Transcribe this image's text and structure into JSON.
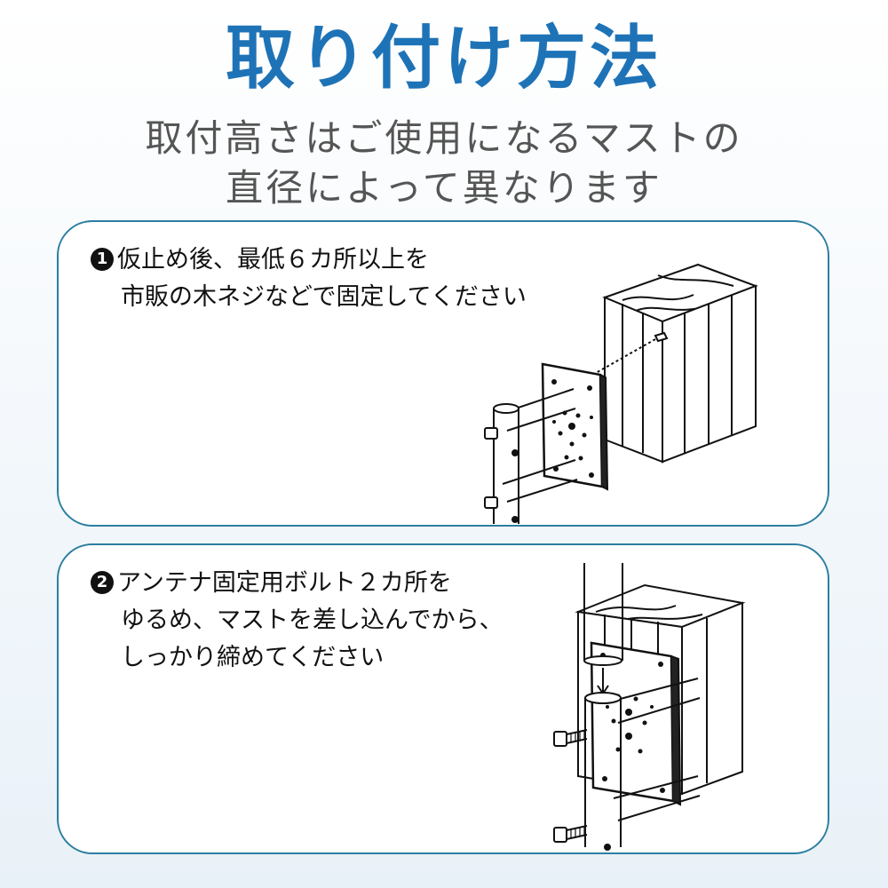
{
  "title": "取り付け方法",
  "subtitle": {
    "line1": "取付高さはご使用になるマストの",
    "line2": "直径によって異なります"
  },
  "steps": [
    {
      "number": "1",
      "lines": [
        "仮止め後、最低６カ所以上を",
        "市販の木ネジなどで固定してください"
      ]
    },
    {
      "number": "2",
      "lines": [
        "アンテナ固定用ボルト２カ所を",
        "ゆるめ、マストを差し込んでから、",
        "しっかり締めてください"
      ]
    }
  ],
  "colors": {
    "title": "#1e73b7",
    "panel_border": "#2d7fa0",
    "subtitle": "#555555"
  }
}
